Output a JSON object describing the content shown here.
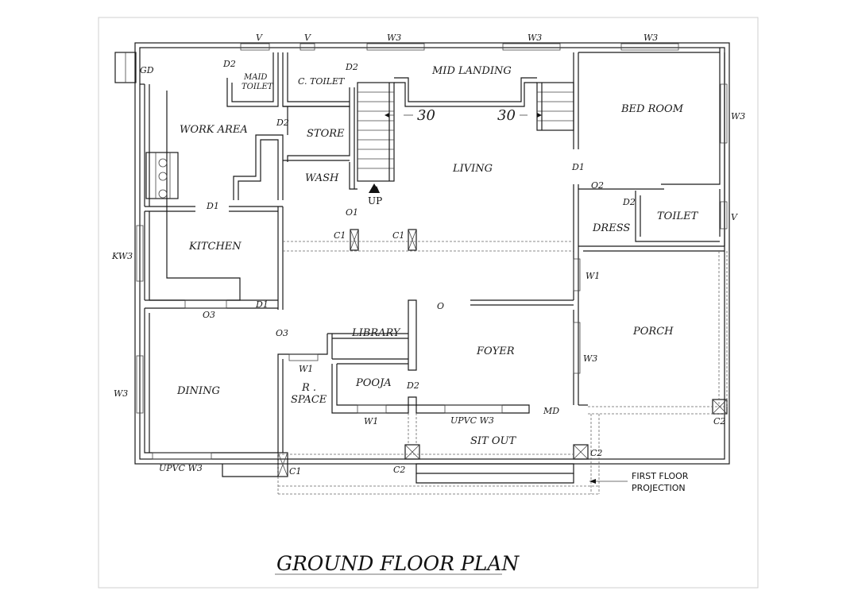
{
  "title": "GROUND FLOOR PLAN",
  "rooms": {
    "work_area": "WORK AREA",
    "maid_toilet_line1": "MAID",
    "maid_toilet_line2": "TOILET",
    "c_toilet": "C. TOILET",
    "store": "STORE",
    "wash": "WASH",
    "mid_landing": "MID LANDING",
    "living": "LIVING",
    "bed_room": "BED ROOM",
    "dress": "DRESS",
    "toilet": "TOILET",
    "kitchen": "KITCHEN",
    "library": "LIBRARY",
    "foyer": "FOYER",
    "porch": "PORCH",
    "pooja": "POOJA",
    "r_space_line1": "R .",
    "r_space_line2": "SPACE",
    "dining": "DINING",
    "sit_out": "SIT OUT"
  },
  "openings": {
    "v_top_1": "V",
    "v_top_2": "V",
    "w3_top_1": "W3",
    "w3_top_2": "W3",
    "w3_top_3": "W3",
    "gd": "GD",
    "d2_maid": "D2",
    "d2_ctoilet": "D2",
    "d2_store": "D2",
    "d1_work": "D1",
    "o1": "O1",
    "c1_a": "C1",
    "c1_b": "C1",
    "kw3": "KW3",
    "d1_bed": "D1",
    "o2": "O2",
    "d2_toilet": "D2",
    "w3_bed": "W3",
    "v_toilet": "V",
    "w1_porch": "W1",
    "w3_foyer": "W3",
    "o_foyer": "O",
    "d1_kitchen": "D1",
    "o3_kitchen": "O3",
    "o3_library": "O3",
    "w1_rspace": "W1",
    "d2_pooja": "D2",
    "w1_pooja": "W1",
    "upvc_w3_pooja": "UPVC W3",
    "md": "MD",
    "w3_dining": "W3",
    "upvc_w3_dining": "UPVC W3",
    "c1_bottom": "C1",
    "c2_mid": "C2",
    "c2_right": "C2",
    "c2_porch": "C2"
  },
  "stairs": {
    "up": "UP",
    "dim_left": "30",
    "dim_right": "30"
  },
  "notes": {
    "projection_line1": "FIRST FLOOR",
    "projection_line2": "PROJECTION"
  }
}
